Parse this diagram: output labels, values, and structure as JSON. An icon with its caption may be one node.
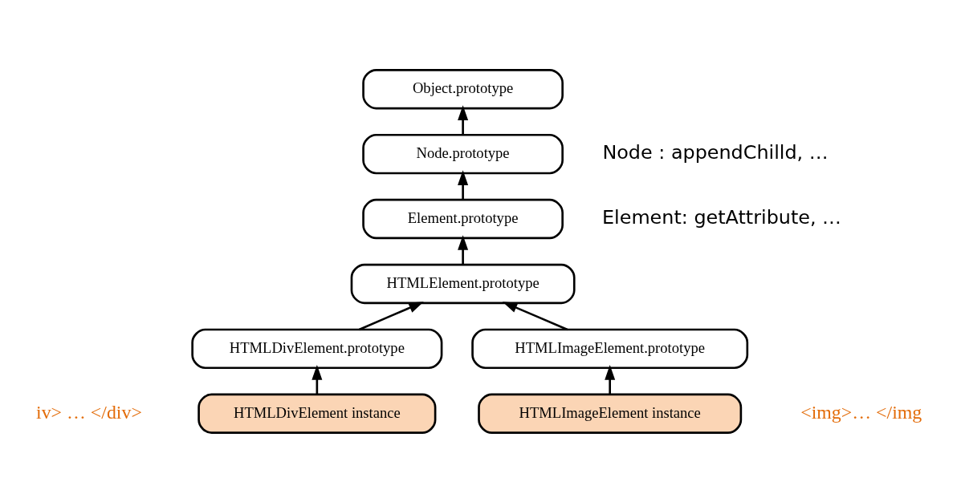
{
  "diagram": {
    "nodes": [
      {
        "text": [
          "Object.prototype"
        ]
      },
      {
        "text": [
          "Node.prototype"
        ],
        "beside": [
          "Node : appendChilld, …"
        ]
      },
      {
        "text": [
          "Element.prototype"
        ],
        "beside": [
          "Element: getAttribute, …"
        ]
      },
      {
        "text": [
          "HTMLElement.prototype"
        ]
      },
      {
        "text": [
          "HTMLDivElement.prototype"
        ]
      },
      {
        "text": [
          "HTMLImageElement.prototype"
        ]
      },
      {
        "text": [
          "HTMLDivElement instance"
        ],
        "beside": [
          "iv> … </div>"
        ]
      },
      {
        "text": [
          "HTMLImageElement instance"
        ],
        "beside": [
          "<img>… </img"
        ]
      }
    ],
    "edges": [
      {
        "from": 1,
        "to": 0,
        "arrow": "to"
      },
      {
        "from": 2,
        "to": 1,
        "arrow": "to"
      },
      {
        "from": 3,
        "to": 2,
        "arrow": "to"
      },
      {
        "from": 4,
        "to": 3,
        "arrow": "to"
      },
      {
        "from": 5,
        "to": 3,
        "arrow": "to"
      },
      {
        "from": 6,
        "to": 4,
        "arrow": "to"
      },
      {
        "from": 7,
        "to": 5,
        "arrow": "to"
      }
    ]
  }
}
